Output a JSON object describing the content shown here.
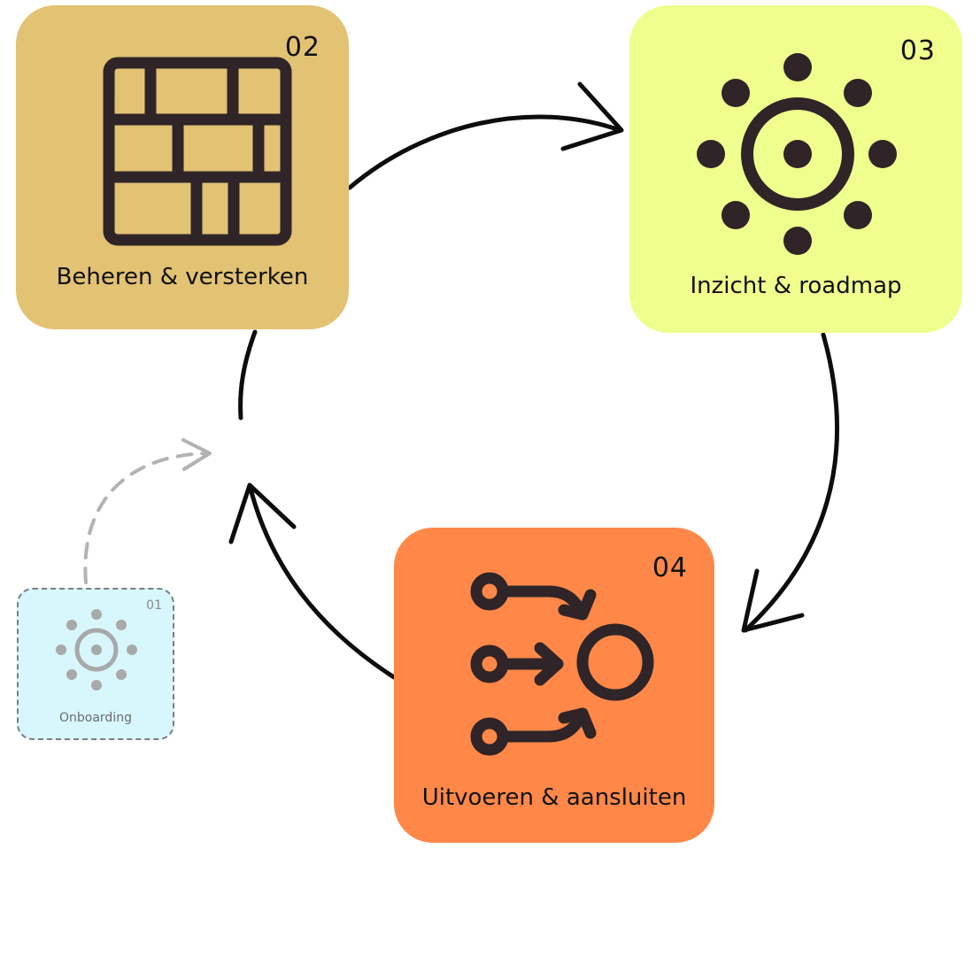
{
  "steps": [
    {
      "number": "01",
      "label": "Onboarding",
      "icon": "sun-icon",
      "color": "#d7f7fd"
    },
    {
      "number": "02",
      "label": "Beheren & versterken",
      "icon": "brick-wall-icon",
      "color": "#e2c273"
    },
    {
      "number": "03",
      "label": "Inzicht & roadmap",
      "icon": "sun-icon",
      "color": "#eeff8e"
    },
    {
      "number": "04",
      "label": "Uitvoeren & aansluiten",
      "icon": "merge-arrows-icon",
      "color": "#ff8849"
    }
  ],
  "colors": {
    "icon": "#2f2427",
    "arrow": "#0d0d0d",
    "dashed_arrow": "#b3b3b3",
    "onboarding_icon": "#a9a9a9"
  }
}
